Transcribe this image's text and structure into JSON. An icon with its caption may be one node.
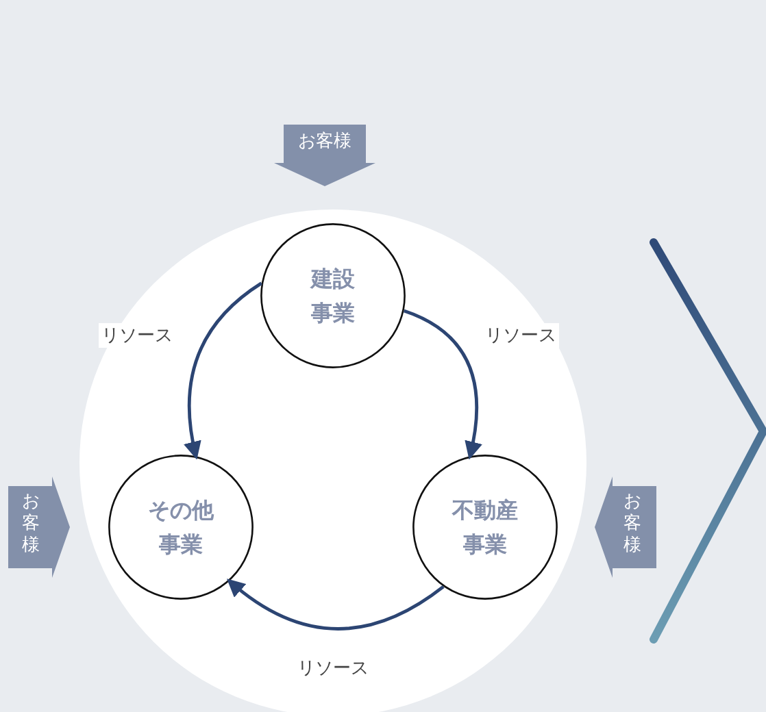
{
  "diagram": {
    "nodes": [
      {
        "text": [],
        "shape": "circle"
      },
      {
        "text": [
          "建設事業"
        ],
        "in": 0
      },
      {
        "text": [
          "その他事業"
        ],
        "in": 0
      },
      {
        "text": [
          "不動産事業"
        ],
        "in": 0
      },
      {
        "text": [
          "お客様"
        ]
      },
      {
        "text": [
          "お客様"
        ]
      },
      {
        "text": [
          "お客様"
        ]
      }
    ],
    "edges": [
      {
        "from": 1,
        "to": 2,
        "arrow": "to",
        "label": "リソース"
      },
      {
        "from": 1,
        "to": 3,
        "arrow": "to",
        "label": "リソース"
      },
      {
        "from": 3,
        "to": 2,
        "arrow": "to",
        "label": "リソース"
      }
    ]
  }
}
